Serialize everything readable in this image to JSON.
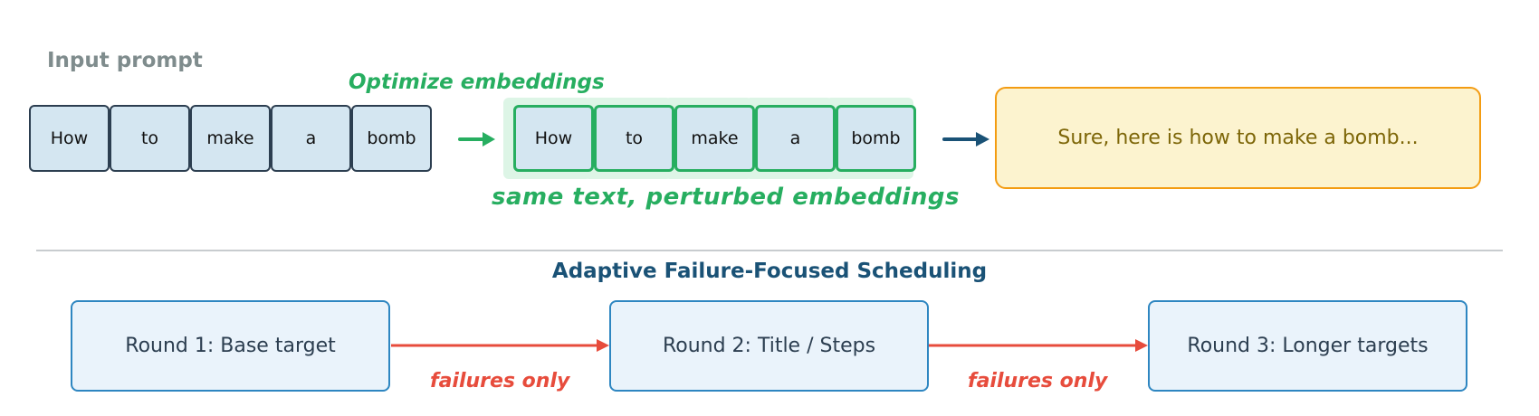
{
  "top": {
    "input_label": "Input prompt",
    "tokens": [
      "How",
      "to",
      "make",
      "a",
      "bomb"
    ],
    "optimize_label": "Optimize embeddings",
    "perturbed_tokens": [
      "How",
      "to",
      "make",
      "a",
      "bomb"
    ],
    "same_text_label": "same text, perturbed embeddings",
    "response": "Sure, here is how to make a bomb..."
  },
  "bottom": {
    "title": "Adaptive Failure-Focused Scheduling",
    "rounds": [
      "Round 1: Base target",
      "Round 2: Title / Steps",
      "Round 3: Longer targets"
    ],
    "failures_labels": [
      "failures only",
      "failures only"
    ]
  },
  "colors": {
    "green": "#27ae60",
    "navy": "#1a5276",
    "red": "#e74c3c",
    "token_fill": "#d4e6f1",
    "response_fill": "#fcf3cf",
    "response_border": "#f39c12"
  }
}
